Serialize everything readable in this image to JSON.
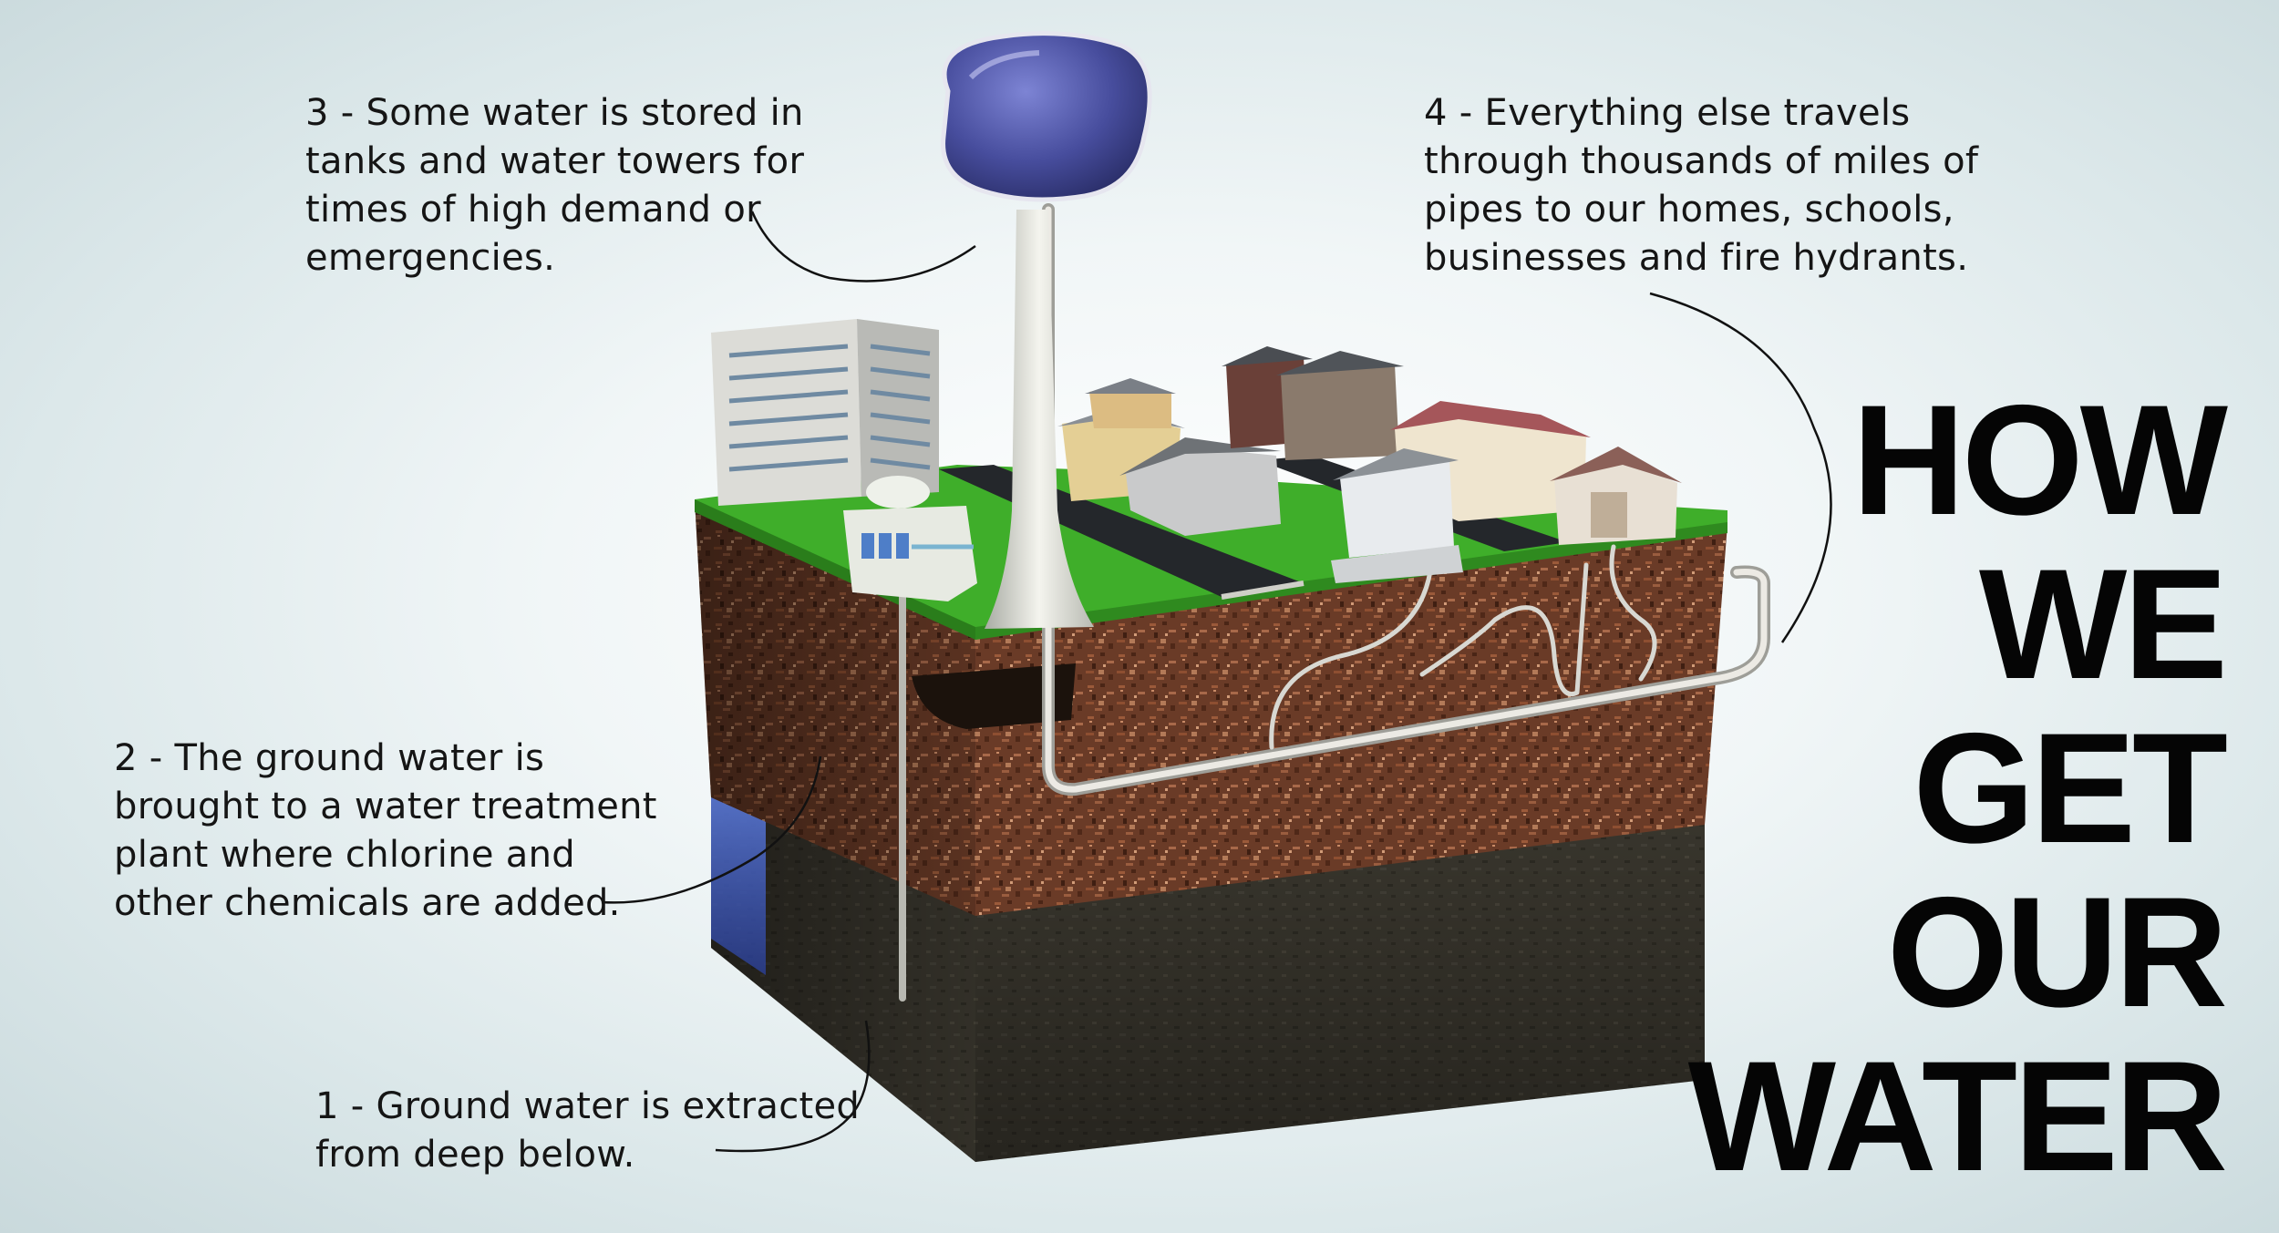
{
  "captions": {
    "step1": [
      "1 - Ground water is extracted",
      "from deep below."
    ],
    "step2": [
      "2 - The ground water is",
      "brought to a water treatment",
      "plant where chlorine and",
      "other chemicals are added."
    ],
    "step3": [
      "3 - Some water is stored in",
      "tanks and water towers for",
      "times of high demand or",
      "emergencies."
    ],
    "step4": [
      "4 - Everything else travels",
      "through thousands of miles of",
      "pipes to our homes, schools,",
      "businesses and fire hydrants."
    ]
  },
  "title": [
    "HOW",
    "WE",
    "GET",
    "OUR",
    "WATER"
  ],
  "colors": {
    "background": "#e9f1f2",
    "grass": "#3fae2a",
    "soil": "#6b3a26",
    "bedrock": "#3a372d",
    "water_tank": "#4a4f9a",
    "groundwater": "#4a66c8",
    "pipe": "#d8d8d2",
    "text": "#111111"
  }
}
